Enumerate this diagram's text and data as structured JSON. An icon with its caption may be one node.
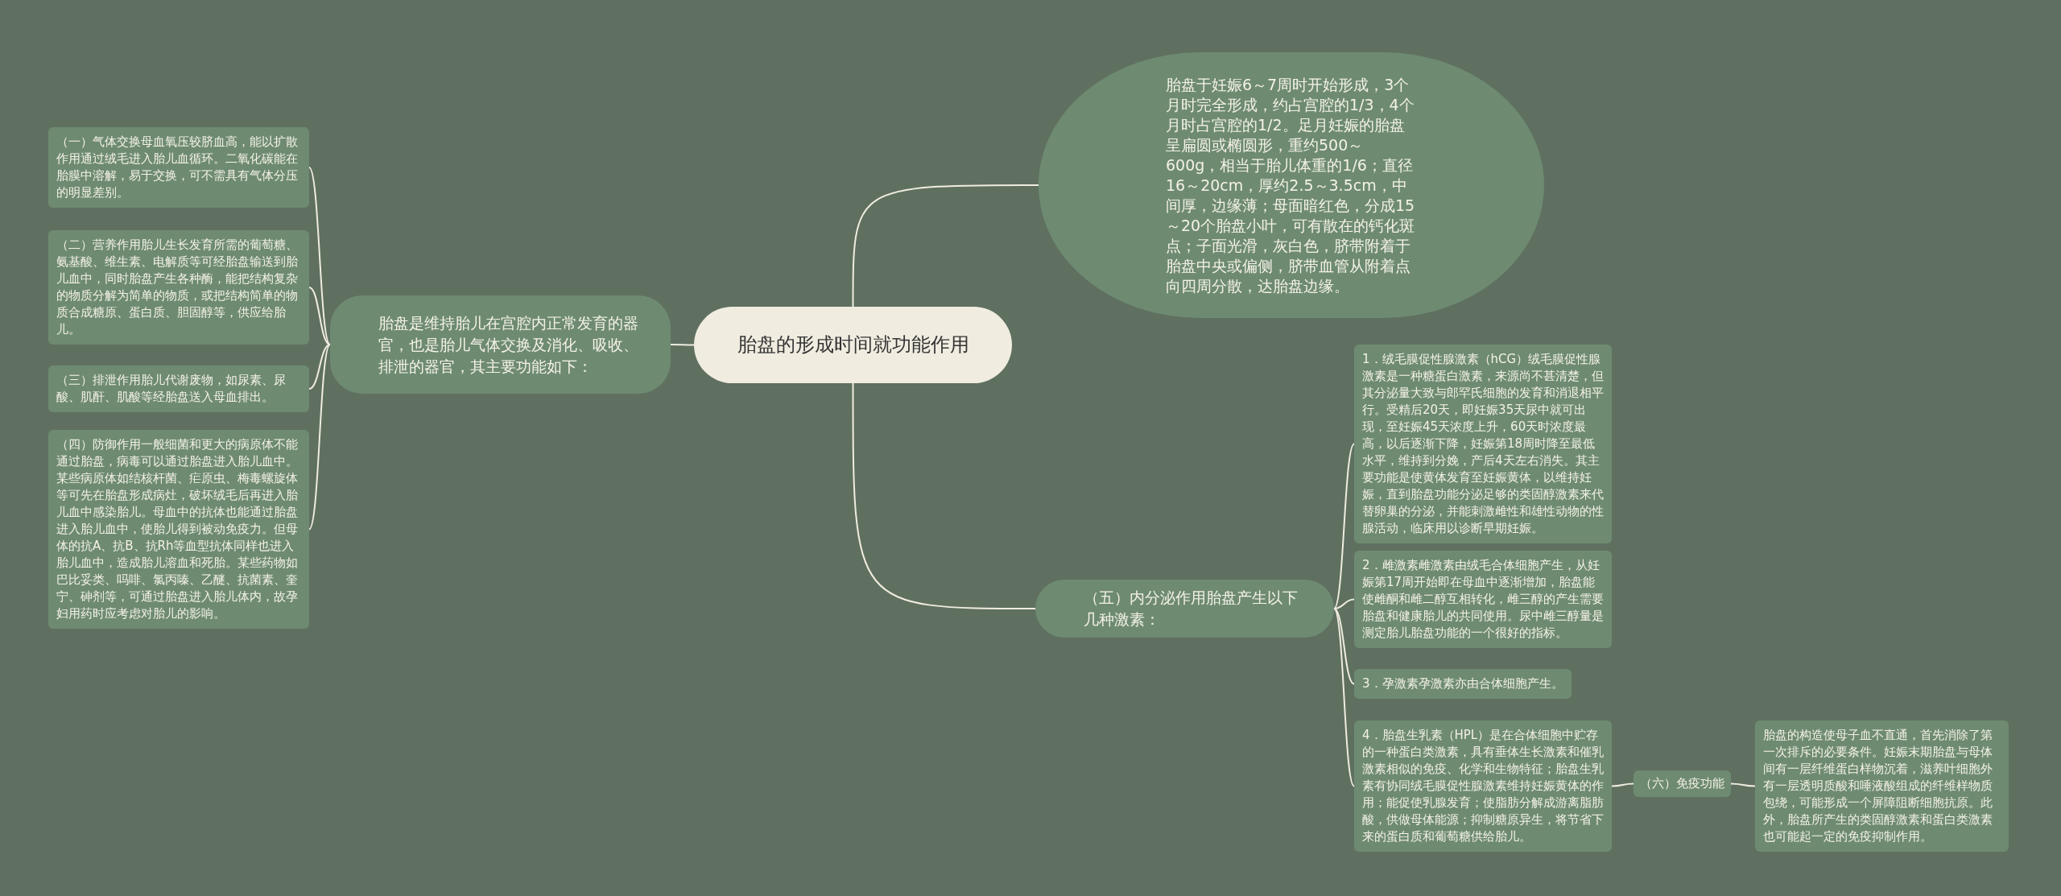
{
  "diagram": {
    "nodes": [
      {
        "text": [
          "胎盘的形成时间就功能作用"
        ]
      },
      {
        "text": [
          "胎盘于妊娠6～7周时开始形成，3个月时完全形成，约占宫腔的1/3，4个月时占宫腔的1/2。足月妊娠的胎盘呈扁圆或椭圆形，重约500～600g，相当于胎儿体重的1/6；直径16～20cm，厚约2.5～3.5cm，中间厚，边缘薄；母面暗红色，分成15～20个胎盘小叶，可有散在的钙化斑点；子面光滑，灰白色，脐带附着于胎盘中央或偏侧，脐带血管从附着点向四周分散，达胎盘边缘。"
        ]
      },
      {
        "text": [
          "胎盘是维持胎儿在宫腔内正常发育的器官，也是胎儿气体交换及消化、吸收、排泄的器官，其主要功能如下："
        ]
      },
      {
        "text": [
          "（一）气体交换母血氧压较脐血高，能以扩散作用通过绒毛进入胎儿血循环。二氧化碳能在胎膜中溶解，易于交换，可不需具有气体分压的明显差别。"
        ]
      },
      {
        "text": [
          "（二）营养作用胎儿生长发育所需的葡萄糖、氨基酸、维生素、电解质等可经胎盘输送到胎儿血中，同时胎盘产生各种酶，能把结构复杂的物质分解为简单的物质，或把结构简单的物质合成糖原、蛋白质、胆固醇等，供应给胎儿。"
        ]
      },
      {
        "text": [
          "（三）排泄作用胎儿代谢废物，如尿素、尿酸、肌酐、肌酸等经胎盘送入母血排出。"
        ]
      },
      {
        "text": [
          "（四）防御作用一般细菌和更大的病原体不能通过胎盘，病毒可以通过胎盘进入胎儿血中。某些病原体如结核杆菌、疟原虫、梅毒螺旋体等可先在胎盘形成病灶，破坏绒毛后再进入胎儿血中感染胎儿。母血中的抗体也能通过胎盘进入胎儿血中，使胎儿得到被动免疫力。但母体的抗A、抗B、抗Rh等血型抗体同样也进入胎儿血中，造成胎儿溶血和死胎。某些药物如巴比妥类、吗啡、氯丙嗪、乙醚、抗菌素、奎宁、砷剂等，可通过胎盘进入胎儿体内，故孕妇用药时应考虑对胎儿的影响。"
        ]
      },
      {
        "text": [
          "（五）内分泌作用胎盘产生以下几种激素："
        ]
      },
      {
        "text": [
          "1．绒毛膜促性腺激素（hCG）绒毛膜促性腺激素是一种糖蛋白激素，来源尚不甚清楚，但其分泌量大致与郎罕氏细胞的发育和消退相平行。受精后20天，即妊娠35天尿中就可出现，至妊娠45天浓度上升，60天时浓度最高，以后逐渐下降，妊娠第18周时降至最低水平，维持到分娩，产后4天左右消失。其主要功能是使黄体发育至妊娠黄体，以维持妊娠，直到胎盘功能分泌足够的类固醇激素来代替卵巢的分泌，并能刺激雌性和雄性动物的性腺活动，临床用以诊断早期妊娠。"
        ]
      },
      {
        "text": [
          "2．雌激素雌激素由绒毛合体细胞产生，从妊娠第17周开始即在母血中逐渐增加，胎盘能使雌酮和雌二醇互相转化，雌三醇的产生需要胎盘和健康胎儿的共同使用。尿中雌三醇量是测定胎儿胎盘功能的一个很好的指标。"
        ]
      },
      {
        "text": [
          "3．孕激素孕激素亦由合体细胞产生。"
        ]
      },
      {
        "text": [
          "4．胎盘生乳素（HPL）是在合体细胞中贮存的一种蛋白类激素，具有垂体生长激素和催乳激素相似的免疫、化学和生物特征；胎盘生乳素有协同绒毛膜促性腺激素维持妊娠黄体的作用；能促使乳腺发育；使脂肪分解成游离脂肪酸，供做母体能源；抑制糖原异生，将节省下来的蛋白质和葡萄糖供给胎儿。"
        ]
      },
      {
        "text": [
          "（六）免疫功能"
        ]
      },
      {
        "text": [
          "胎盘的构造使母子血不直通，首先消除了第一次排斥的必要条件。妊娠末期胎盘与母体间有一层纤维蛋白样物沉着，滋养叶细胞外有一层透明质酸和唾液酸组成的纤维样物质包绕，可能形成一个屏障阻断细胞抗原。此外，胎盘所产生的类固醇激素和蛋白类激素也可能起一定的免疫抑制作用。"
        ]
      }
    ],
    "edges": [
      {
        "from": 0,
        "to": 1,
        "arrow": "none"
      },
      {
        "from": 0,
        "to": 2,
        "arrow": "none"
      },
      {
        "from": 0,
        "to": 7,
        "arrow": "none"
      },
      {
        "from": 2,
        "to": 3,
        "arrow": "none"
      },
      {
        "from": 2,
        "to": 4,
        "arrow": "none"
      },
      {
        "from": 2,
        "to": 5,
        "arrow": "none"
      },
      {
        "from": 2,
        "to": 6,
        "arrow": "none"
      },
      {
        "from": 7,
        "to": 8,
        "arrow": "none"
      },
      {
        "from": 7,
        "to": 9,
        "arrow": "none"
      },
      {
        "from": 7,
        "to": 10,
        "arrow": "none"
      },
      {
        "from": 7,
        "to": 11,
        "arrow": "none"
      },
      {
        "from": 11,
        "to": 12,
        "arrow": "none"
      },
      {
        "from": 12,
        "to": 13,
        "arrow": "none"
      }
    ]
  }
}
